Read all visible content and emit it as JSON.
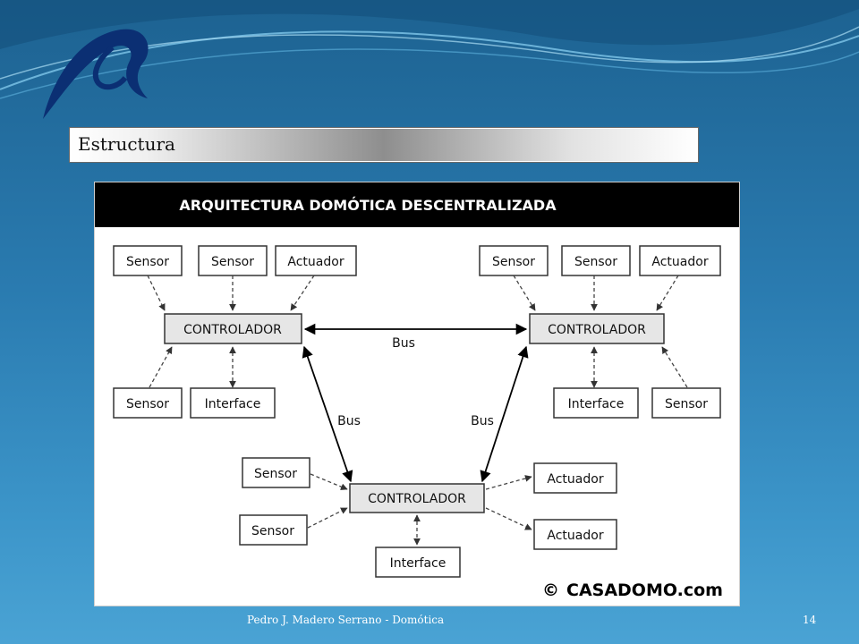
{
  "slide": {
    "section_title": "Estructura",
    "footer": "Pedro J. Madero Serrano - Domótica",
    "page_number": "14"
  },
  "diagram": {
    "title": "ARQUITECTURA DOMÓTICA DESCENTRALIZADA",
    "copyright_symbol": "©",
    "copyright": "CASADOMO.com",
    "bus_labels": {
      "top": "Bus",
      "left": "Bus",
      "right": "Bus"
    },
    "left_cluster": {
      "controller": "CONTROLADOR",
      "top_nodes": [
        "Sensor",
        "Sensor",
        "Actuador"
      ],
      "bottom_nodes": [
        "Sensor",
        "Interface"
      ]
    },
    "right_cluster": {
      "controller": "CONTROLADOR",
      "top_nodes": [
        "Sensor",
        "Sensor",
        "Actuador"
      ],
      "bottom_nodes": [
        "Interface",
        "Sensor"
      ]
    },
    "bottom_cluster": {
      "controller": "CONTROLADOR",
      "left_nodes": [
        "Sensor",
        "Sensor"
      ],
      "right_nodes": [
        "Actuador",
        "Actuador"
      ],
      "bottom_node": "Interface"
    }
  },
  "colors": {
    "background_top": "#1d6291",
    "background_bottom": "#4aa3d4",
    "diagram_title_bar": "#000000",
    "controller_fill": "#e6e6e6"
  }
}
